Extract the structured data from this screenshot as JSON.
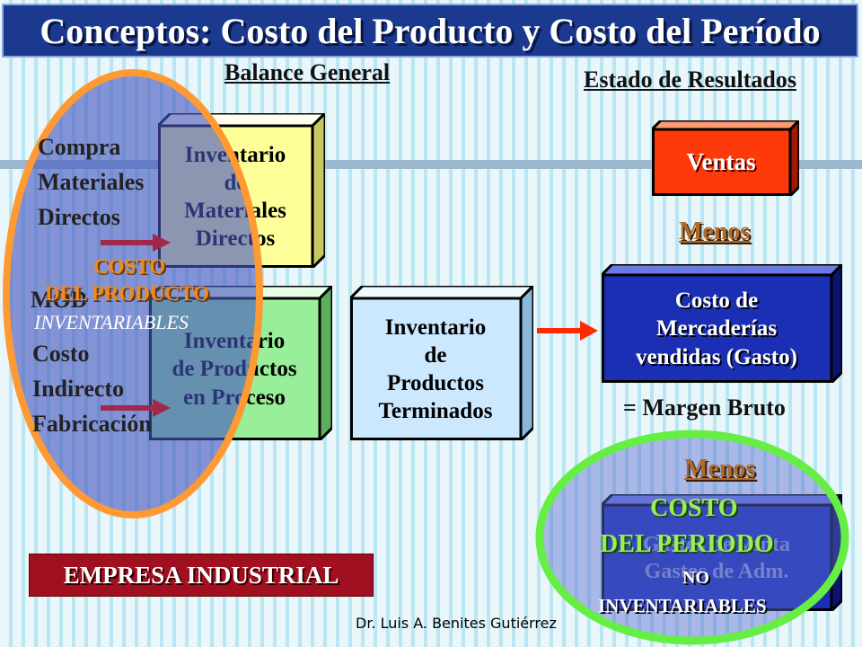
{
  "title": "Conceptos:  Costo del Producto y Costo del Período",
  "headers": {
    "balance": "Balance General",
    "resultados": "Estado de Resultados"
  },
  "boxes": {
    "inv_materiales": "Inventario\nde\nMateriales\nDirectos",
    "inv_proceso": "Inventario\nde Productos\nen Proceso",
    "inv_terminados": "Inventario\nde\nProductos\nTerminados",
    "ventas": "Ventas",
    "costo_mercaderias": "Costo de\nMercaderías\nvendidas (Gasto)",
    "gastos": "Gastos de Venta\nGastos de Adm."
  },
  "labels": {
    "compra": "Compra\nMateriales\nDirectos",
    "mod": "MOD",
    "costo_indirecto": "Costo\nIndirecto\nFabricación",
    "costo_producto_1": "COSTO",
    "costo_producto_2": "DEL PRODUCTO",
    "inventariables": "INVENTARIABLES",
    "menos_1": "Menos",
    "menos_2": "Menos",
    "margen_bruto": "= Margen Bruto",
    "costo_periodo_1": "COSTO",
    "costo_periodo_2": "DEL PERIODO",
    "no": "NO",
    "no_inventariables": "INVENTARIABLES",
    "empresa": "EMPRESA INDUSTRIAL",
    "footer": "Dr. Luis A. Benites Gutiérrez"
  },
  "colors": {
    "title_bg": "#1b3a8f",
    "materiales_yellow": "#ffff99",
    "proceso_green": "#99ee99",
    "terminados_blue": "#cce8ff",
    "ventas_red": "#ff3a0a",
    "costo_blue": "#1a2fb3",
    "producto_ellipse": "#5a6acc",
    "ellipse_border_orange": "#ff9933",
    "periodo_ellipse_border": "#66ee44",
    "empresa_red": "#a01020"
  }
}
